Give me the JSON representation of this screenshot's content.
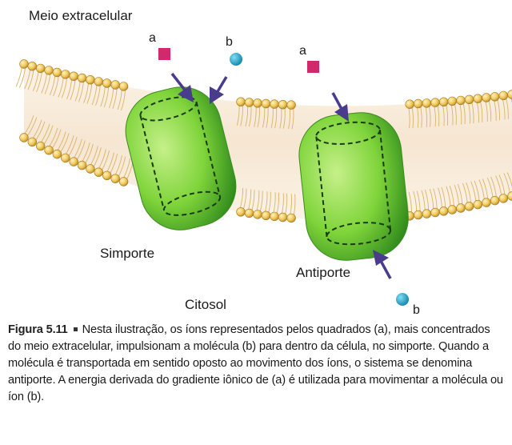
{
  "labels": {
    "extracellular": "Meio extracelular",
    "symport": "Simporte",
    "antiport": "Antiporte",
    "cytosol": "Citosol",
    "ion_a": "a",
    "molecule_b": "b"
  },
  "colors": {
    "ion_a": "#d02a6c",
    "molecule_b": "#1ba6c8",
    "protein": "#7fd43a",
    "lipid_head": "#f0c85a",
    "arrow": "#4a3c8c"
  },
  "caption": {
    "figure_label": "Figura 5.11",
    "text": "Nesta ilustração, os íons representados pelos quadrados (a), mais concentrados do meio extracelular, impulsionam a molécula (b) para dentro da célula, no simporte. Quando a molécula é transportada em sentido oposto ao movimento dos íons, o sistema se denomina antiporte. A energia derivada do gradiente iônico de (a) é utilizada para movimentar a molécula ou íon (b)."
  }
}
